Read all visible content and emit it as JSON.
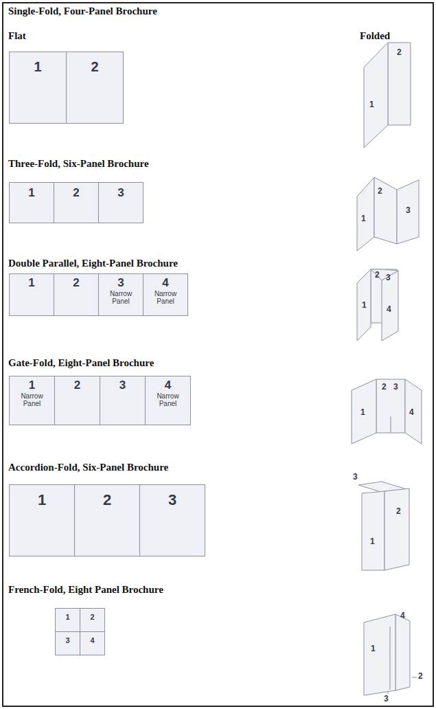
{
  "diagram": {
    "nodes": [
      {
        "text": [
          "1"
        ]
      },
      {
        "text": [
          "2"
        ]
      },
      {
        "text": [
          "1"
        ]
      },
      {
        "text": [
          "2"
        ]
      },
      {
        "text": [
          "3"
        ]
      },
      {
        "text": [
          "1"
        ]
      },
      {
        "text": [
          "2"
        ]
      },
      {
        "text": [
          "3",
          "Narrow Panel"
        ]
      },
      {
        "text": [
          "4",
          "Narrow Panel"
        ]
      },
      {
        "text": [
          "1",
          "Narrow Panel"
        ]
      },
      {
        "text": [
          "2"
        ]
      },
      {
        "text": [
          "3"
        ]
      },
      {
        "text": [
          "4",
          "Narrow Panel"
        ]
      },
      {
        "text": [
          "1"
        ]
      },
      {
        "text": [
          "2"
        ]
      },
      {
        "text": [
          "3"
        ]
      },
      {
        "text": [
          "1"
        ]
      },
      {
        "text": [
          "2"
        ]
      },
      {
        "text": [
          "3"
        ]
      },
      {
        "text": [
          "4"
        ]
      }
    ],
    "labels": [
      "Single-Fold, Four-Panel Brochure",
      "Flat",
      "Folded",
      "2",
      "1",
      "Three-Fold, Six-Panel Brochure",
      "2",
      "1",
      "3",
      "Double Parallel, Eight-Panel Brochure",
      "2",
      "3",
      "1",
      "4",
      "Gate-Fold, Eight-Panel Brochure",
      "2",
      "3",
      "1",
      "4",
      "Accordion-Fold, Six-Panel Brochure",
      "3",
      "2",
      "1",
      "French-Fold, Eight Panel Brochure",
      "4",
      "1",
      "2",
      "3"
    ]
  }
}
